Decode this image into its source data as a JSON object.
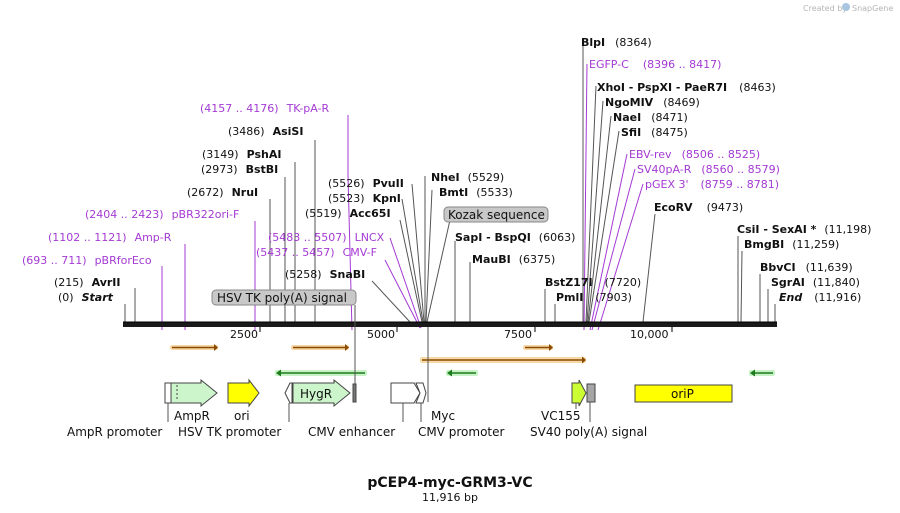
{
  "credit": "Created by",
  "brand": "SnapGene",
  "plasmid": {
    "name": "pCEP4-myc-GRM3-VC",
    "size_label": "11,916 bp",
    "length": 11916
  },
  "axis_ticks": [
    "2500",
    "5000",
    "7500",
    "10,000"
  ],
  "sites_left": [
    {
      "pos": "(0)",
      "name": "Start",
      "kind": "ital"
    },
    {
      "pos": "(215)",
      "name": "AvrII",
      "kind": "enz"
    },
    {
      "pos": "(693 .. 711)",
      "name": "pBRforEco",
      "kind": "primer"
    },
    {
      "pos": "(1102 .. 1121)",
      "name": "Amp-R",
      "kind": "primer"
    },
    {
      "pos": "(2404 .. 2423)",
      "name": "pBR322ori-F",
      "kind": "primer"
    },
    {
      "pos": "(2672)",
      "name": "NruI",
      "kind": "enz"
    },
    {
      "pos": "(2973)",
      "name": "BstBI",
      "kind": "enz"
    },
    {
      "pos": "(3149)",
      "name": "PshAI",
      "kind": "enz"
    },
    {
      "pos": "(3486)",
      "name": "AsiSI",
      "kind": "enz"
    },
    {
      "pos": "(4157 .. 4176)",
      "name": "TK-pA-R",
      "kind": "primer"
    },
    {
      "pos": "(5258)",
      "name": "SnaBI",
      "kind": "enz"
    },
    {
      "pos": "(5437 .. 5457)",
      "name": "CMV-F",
      "kind": "primer"
    },
    {
      "pos": "(5483 .. 5507)",
      "name": "LNCX",
      "kind": "primer"
    },
    {
      "pos": "(5519)",
      "name": "Acc65I",
      "kind": "enz"
    },
    {
      "pos": "(5523)",
      "name": "KpnI",
      "kind": "enz"
    },
    {
      "pos": "(5526)",
      "name": "PvuII",
      "kind": "enz"
    }
  ],
  "sites_mid": [
    {
      "name": "NheI",
      "pos": "(5529)",
      "kind": "enz"
    },
    {
      "name": "BmtI",
      "pos": "(5533)",
      "kind": "enz"
    },
    {
      "name": "SapI  -  BspQI",
      "pos": "(6063)",
      "kind": "enz"
    },
    {
      "name": "MauBI",
      "pos": "(6375)",
      "kind": "enz"
    },
    {
      "name": "BstZ17I",
      "pos": "(7720)",
      "kind": "enz"
    },
    {
      "name": "PmlI",
      "pos": "(7903)",
      "kind": "enz"
    }
  ],
  "sites_right": [
    {
      "name": "BlpI",
      "pos": "(8364)",
      "kind": "enz"
    },
    {
      "name": "EGFP-C",
      "pos": "(8396 .. 8417)",
      "kind": "primer"
    },
    {
      "name": "XhoI  -  PspXI  -  PaeR7I",
      "pos": "(8463)",
      "kind": "enz"
    },
    {
      "name": "NgoMIV",
      "pos": "(8469)",
      "kind": "enz"
    },
    {
      "name": "NaeI",
      "pos": "(8471)",
      "kind": "enz"
    },
    {
      "name": "SfiI",
      "pos": "(8475)",
      "kind": "enz"
    },
    {
      "name": "EBV-rev",
      "pos": "(8506 .. 8525)",
      "kind": "primer"
    },
    {
      "name": "SV40pA-R",
      "pos": "(8560 .. 8579)",
      "kind": "primer"
    },
    {
      "name": "pGEX 3'",
      "pos": "(8759 .. 8781)",
      "kind": "primer"
    },
    {
      "name": "EcoRV",
      "pos": "(9473)",
      "kind": "enz"
    },
    {
      "name": "CsiI  -  SexAI *",
      "pos": "(11,198)",
      "kind": "enz"
    },
    {
      "name": "BmgBI",
      "pos": "(11,259)",
      "kind": "enz"
    },
    {
      "name": "BbvCI",
      "pos": "(11,639)",
      "kind": "enz"
    },
    {
      "name": "SgrAI",
      "pos": "(11,840)",
      "kind": "enz"
    },
    {
      "name": "End",
      "pos": "(11,916)",
      "kind": "ital"
    }
  ],
  "boxed_features": [
    "HSV TK poly(A) signal",
    "Kozak sequence"
  ],
  "features": {
    "ampr": "AmpR",
    "ori": "ori",
    "hygr": "HygR",
    "myc": "Myc",
    "vc155": "VC155",
    "orip": "oriP",
    "ampr_promoter": "AmpR promoter",
    "hsv_tk_promoter": "HSV TK promoter",
    "cmv_enhancer": "CMV enhancer",
    "cmv_promoter": "CMV promoter",
    "sv40_polya": "SV40 poly(A) signal"
  },
  "colors": {
    "enzyme": "#111111",
    "primer": "#a43ad3",
    "ampr": "#ccf5cc",
    "ori": "#ffff00",
    "orip": "#ffff00",
    "vc155": "#ccff33",
    "orf_orange": "#f7a83a",
    "orf_green": "#2f9e2f",
    "box_grey": "#c8c8c8"
  }
}
